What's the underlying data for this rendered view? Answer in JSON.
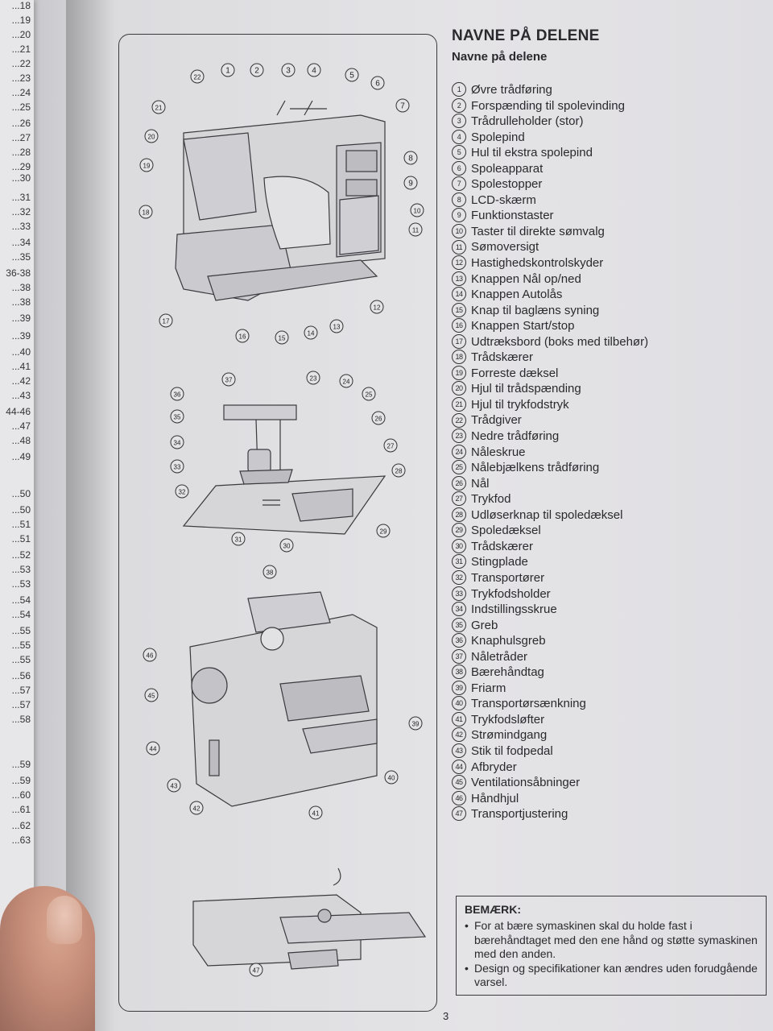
{
  "left_page_numbers": [
    "...18",
    "...19",
    "...20",
    "...21",
    "...22",
    "...23",
    "...24",
    "...25",
    "...26",
    "...27",
    "...28",
    "...29",
    "...30",
    "...31",
    "...32",
    "...33",
    "...34",
    "...35",
    "36-38",
    "...38",
    "...38",
    "...39",
    "...39",
    "...40",
    "...41",
    "...42",
    "...43",
    "44-46",
    "...47",
    "...48",
    "...49",
    "...50",
    "...50",
    "...51",
    "...51",
    "...52",
    "...53",
    "...53",
    "...54",
    "...54",
    "...55",
    "...55",
    "...55",
    "...56",
    "...57",
    "...57",
    "...58",
    "...59",
    "...59",
    "...60",
    "...61",
    "...62",
    "...63"
  ],
  "title": "NAVNE PÅ DELENE",
  "subtitle": "Navne på delene",
  "parts": [
    {
      "num": "1",
      "label": "Øvre trådføring"
    },
    {
      "num": "2",
      "label": "Forspænding til spolevinding"
    },
    {
      "num": "3",
      "label": "Trådrulleholder (stor)"
    },
    {
      "num": "4",
      "label": "Spolepind"
    },
    {
      "num": "5",
      "label": "Hul til ekstra spolepind"
    },
    {
      "num": "6",
      "label": "Spoleapparat"
    },
    {
      "num": "7",
      "label": "Spolestopper"
    },
    {
      "num": "8",
      "label": "LCD-skærm"
    },
    {
      "num": "9",
      "label": "Funktionstaster"
    },
    {
      "num": "10",
      "label": "Taster til direkte sømvalg"
    },
    {
      "num": "11",
      "label": "Sømoversigt"
    },
    {
      "num": "12",
      "label": "Hastighedskontrolskyder"
    },
    {
      "num": "13",
      "label": "Knappen Nål op/ned"
    },
    {
      "num": "14",
      "label": "Knappen Autolås"
    },
    {
      "num": "15",
      "label": "Knap til baglæns syning"
    },
    {
      "num": "16",
      "label": "Knappen Start/stop"
    },
    {
      "num": "17",
      "label": "Udtræksbord (boks med tilbehør)"
    },
    {
      "num": "18",
      "label": "Trådskærer"
    },
    {
      "num": "19",
      "label": "Forreste dæksel"
    },
    {
      "num": "20",
      "label": "Hjul til trådspænding"
    },
    {
      "num": "21",
      "label": "Hjul til trykfodstryk"
    },
    {
      "num": "22",
      "label": "Trådgiver"
    },
    {
      "num": "23",
      "label": "Nedre trådføring"
    },
    {
      "num": "24",
      "label": "Nåleskrue"
    },
    {
      "num": "25",
      "label": "Nålebjælkens trådføring"
    },
    {
      "num": "26",
      "label": "Nål"
    },
    {
      "num": "27",
      "label": "Trykfod"
    },
    {
      "num": "28",
      "label": "Udløserknap til spoledæksel"
    },
    {
      "num": "29",
      "label": "Spoledæksel"
    },
    {
      "num": "30",
      "label": "Trådskærer"
    },
    {
      "num": "31",
      "label": "Stingplade"
    },
    {
      "num": "32",
      "label": "Transportører"
    },
    {
      "num": "33",
      "label": "Trykfodsholder"
    },
    {
      "num": "34",
      "label": "Indstillingsskrue"
    },
    {
      "num": "35",
      "label": "Greb"
    },
    {
      "num": "36",
      "label": "Knaphulsgreb"
    },
    {
      "num": "37",
      "label": "Nåletråder"
    },
    {
      "num": "38",
      "label": "Bærehåndtag"
    },
    {
      "num": "39",
      "label": "Friarm"
    },
    {
      "num": "40",
      "label": "Transportørsænkning"
    },
    {
      "num": "41",
      "label": "Trykfodsløfter"
    },
    {
      "num": "42",
      "label": "Strømindgang"
    },
    {
      "num": "43",
      "label": "Stik til fodpedal"
    },
    {
      "num": "44",
      "label": "Afbryder"
    },
    {
      "num": "45",
      "label": "Ventilationsåbninger"
    },
    {
      "num": "46",
      "label": "Håndhjul"
    },
    {
      "num": "47",
      "label": "Transportjustering"
    }
  ],
  "note": {
    "title": "BEMÆRK:",
    "items": [
      "For at bære symaskinen skal du holde fast i bærehåndtaget med den ene hånd og støtte symaskinen med den anden.",
      "Design og specifikationer kan ændres uden forudgående varsel."
    ]
  },
  "page_number": "3",
  "diagram_callouts": {
    "front_view": [
      "1",
      "2",
      "3",
      "4",
      "5",
      "6",
      "7",
      "8",
      "9",
      "10",
      "11",
      "12",
      "13",
      "14",
      "15",
      "16",
      "17",
      "18",
      "19",
      "20",
      "21",
      "22"
    ],
    "needle_area": [
      "23",
      "24",
      "25",
      "26",
      "27",
      "28",
      "29",
      "30",
      "31",
      "32",
      "33",
      "34",
      "35",
      "36",
      "37"
    ],
    "rear_view": [
      "38",
      "39",
      "40",
      "41",
      "42",
      "43",
      "44",
      "45",
      "46"
    ],
    "free_arm_view": [
      "47"
    ]
  }
}
